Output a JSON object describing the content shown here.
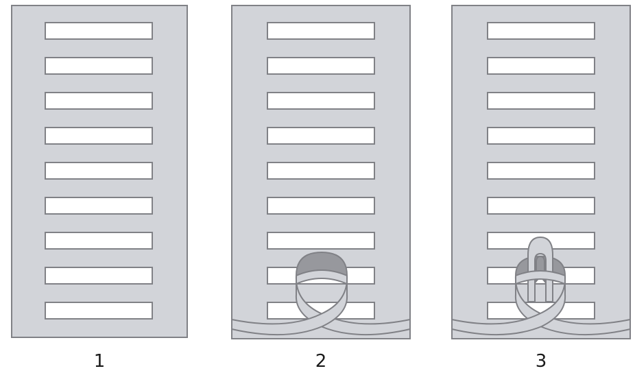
{
  "steps": [
    {
      "label": "1"
    },
    {
      "label": "2"
    },
    {
      "label": "3"
    }
  ],
  "colors": {
    "panel": "#d2d4d9",
    "outline": "#808186",
    "slot": "#ffffff",
    "band_inner": "#97989d"
  }
}
